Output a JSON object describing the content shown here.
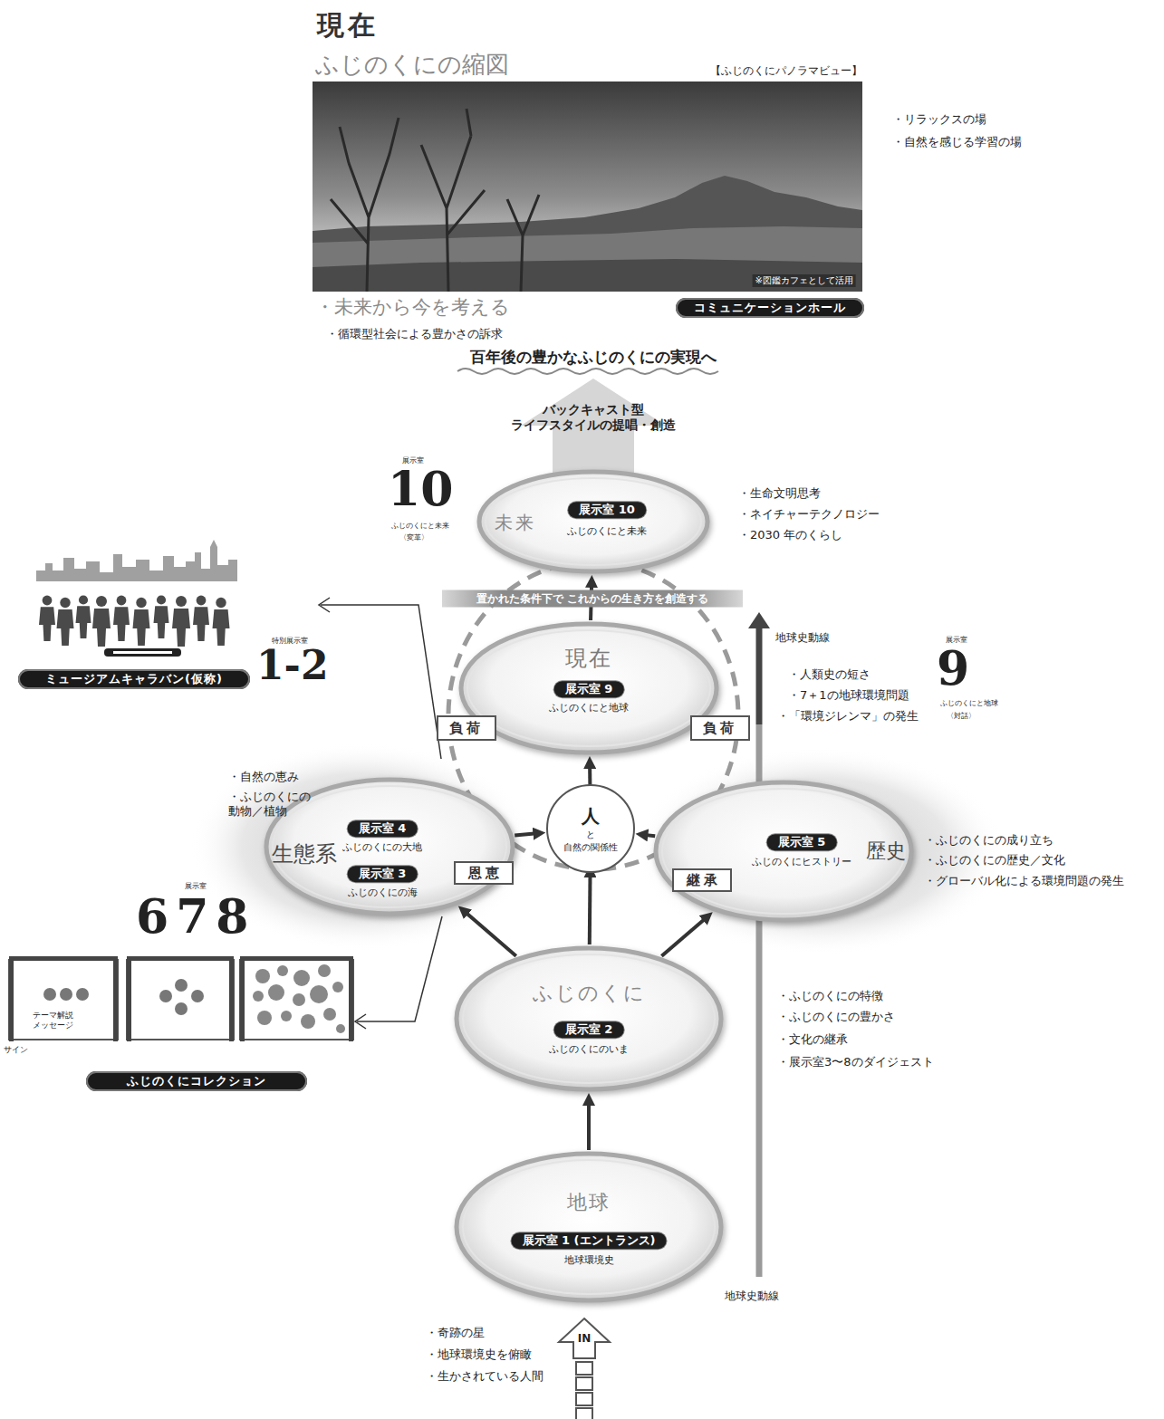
{
  "diagram": {
    "title": "現在",
    "nodes": [
      {
        "text": [
          "【ふじのくにパノラマビュー】",
          "※図鑑カフェとして活用"
        ]
      },
      {
        "text": [
          "コミュニケーションホール"
        ]
      },
      {
        "text": [
          "未来",
          "展示室 10",
          "ふじのくにと未来"
        ]
      },
      {
        "text": [
          "ミュージアムキャラバン(仮称)"
        ]
      },
      {
        "text": [
          "現在",
          "展示室 9",
          "ふじのくにと地球"
        ]
      },
      {
        "text": [
          "負荷"
        ]
      },
      {
        "text": [
          "負荷"
        ]
      },
      {
        "text": [
          "生態系",
          "展示室 4",
          "ふじのくにの大地",
          "展示室 3",
          "ふじのくにの海"
        ]
      },
      {
        "text": [
          "人",
          "と",
          "自然の関係性"
        ]
      },
      {
        "text": [
          "展示室 5",
          "ふじのくにヒストリー",
          "歴史"
        ]
      },
      {
        "text": [
          "ふじのくにコレクション"
        ]
      },
      {
        "text": [
          "ふじのくに",
          "展示室 2",
          "ふじのくにのいま"
        ]
      },
      {
        "text": [
          "地球",
          "展示室 1 (エントランス)",
          "地球環境史"
        ]
      }
    ],
    "edges": [
      {
        "from": 12,
        "to": 11,
        "arrow": "to"
      },
      {
        "from": 11,
        "to": 7,
        "arrow": "to"
      },
      {
        "from": 11,
        "to": 8,
        "arrow": "to"
      },
      {
        "from": 11,
        "to": 9,
        "arrow": "to"
      },
      {
        "from": 7,
        "to": 8,
        "label": "恩恵",
        "arrow": "to"
      },
      {
        "from": 9,
        "to": 8,
        "label": "継承",
        "arrow": "to"
      },
      {
        "from": 8,
        "to": 4,
        "arrow": "to"
      },
      {
        "from": 4,
        "to": 2,
        "label": "置かれた条件下で これからの生き方を創造する",
        "arrow": "to"
      }
    ],
    "labels": [
      "ふじのくにの縮図",
      "・リラックスの場",
      "・自然を感じる学習の場",
      "・未来から今を考える",
      "・循環型社会による豊かさの訴求",
      "百年後の豊かなふじのくにの実現へ",
      "バックキャスト型 ライフスタイルの提唱・創造",
      "展示室",
      "10",
      "ふじのくにと未来",
      "〈変革〉",
      "・生命文明思考",
      "・ネイチャーテクノロジー",
      "・2030 年のくらし",
      "特別展示室",
      "1-2",
      "地球史動線",
      "・人類史の短さ",
      "・7＋1の地球環境問題",
      "・「環境ジレンマ」の発生",
      "展示室",
      "9",
      "ふじのくにと地球",
      "〈対話〉",
      "・自然の恵み",
      "・ふじのくにの 動物／植物",
      "・ふじのくにの成り立ち",
      "・ふじのくにの歴史／文化",
      "・グローバル化による環境問題の発生",
      "展示室",
      "678",
      "テーマ解説 メッセージ",
      "サイン",
      "・ふじのくにの特徴",
      "・ふじのくにの豊かさ",
      "・文化の継承",
      "・展示室3〜8のダイジェスト",
      "地球史動線",
      "・奇跡の星",
      "・地球環境史を俯瞰",
      "・生かされている人間",
      "IN"
    ]
  }
}
